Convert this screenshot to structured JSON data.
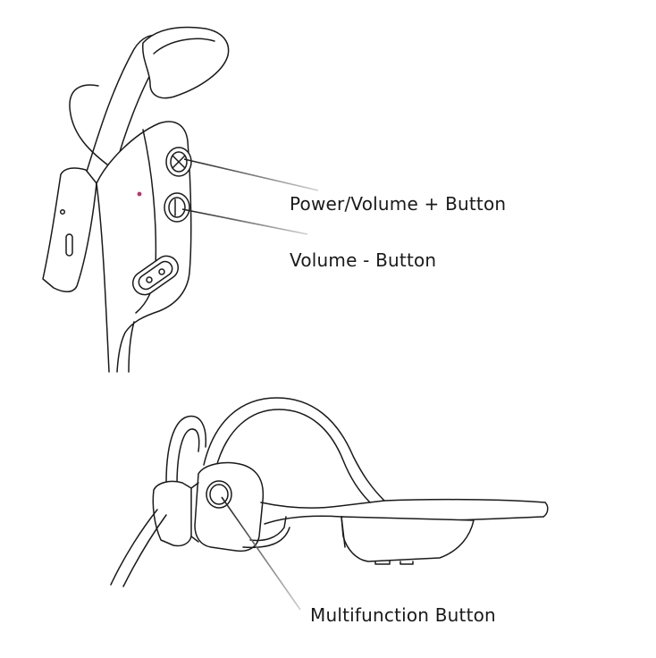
{
  "callouts": {
    "power_volume_up": "Power/Volume + Button",
    "volume_down": "Volume - Button",
    "multifunction": "Multifunction Button"
  },
  "colors": {
    "line": "#1a1a1a",
    "leader_start": "#1a1a1a",
    "leader_end": "#d0d0d0",
    "indicator_light": "#c0306a"
  }
}
